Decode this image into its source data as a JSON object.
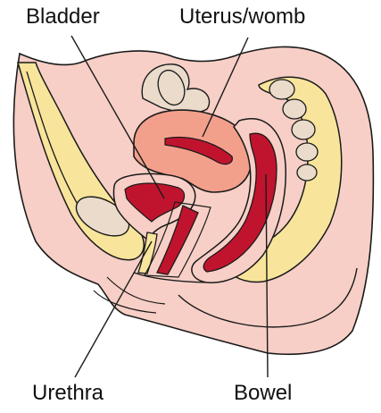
{
  "labels": {
    "bladder": "Bladder",
    "uterus": "Uterus/womb",
    "urethra": "Urethra",
    "bowel": "Bowel"
  },
  "colors": {
    "skin": "#f7cfc6",
    "skin_dark": "#efbdb2",
    "bone_yellow": "#f8e59b",
    "bone_beige": "#eadbcb",
    "uterus_pink": "#f2a08c",
    "organ_red": "#c0142e",
    "outline": "#1a1a1a"
  }
}
